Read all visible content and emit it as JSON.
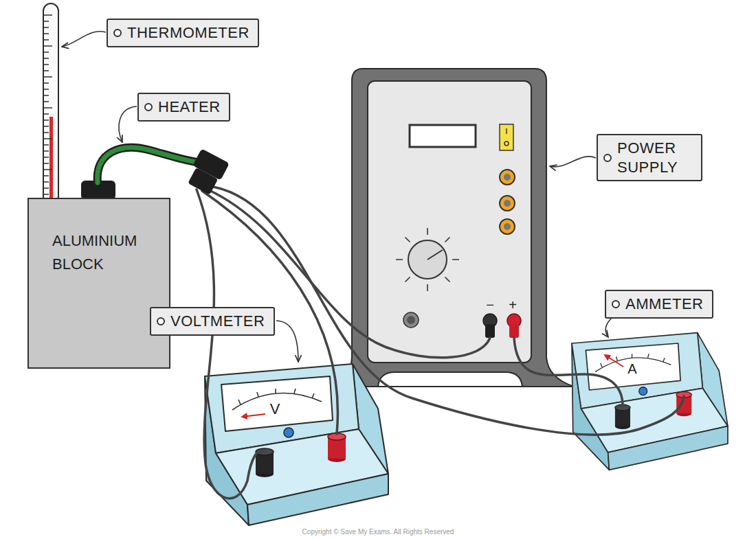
{
  "diagram": {
    "nodes": [
      {
        "text": [
          "THERMOMETER"
        ]
      },
      {
        "text": [
          "HEATER"
        ]
      },
      {
        "text": [
          "POWER SUPPLY"
        ]
      },
      {
        "text": [
          "ALUMINIUM BLOCK"
        ]
      },
      {
        "text": [
          "AMMETER"
        ]
      },
      {
        "text": [
          "VOLTMETER"
        ]
      }
    ],
    "labels": [
      "−",
      "+",
      "A",
      "V",
      "Copyright © Save My Exams. All Rights Reserved"
    ]
  }
}
